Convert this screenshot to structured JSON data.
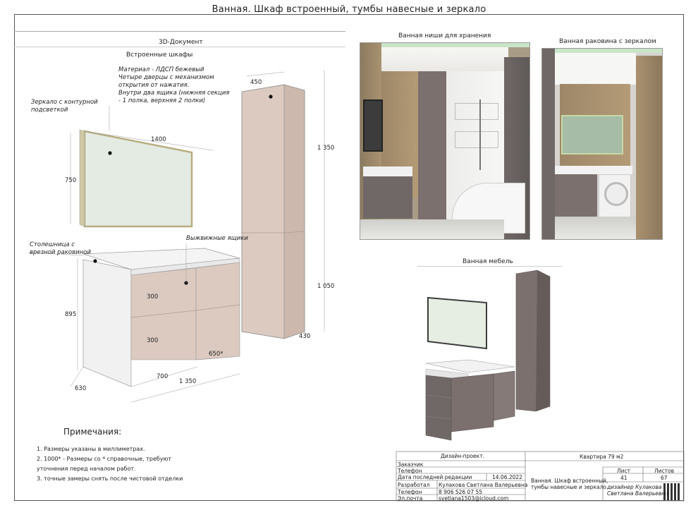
{
  "title": "Ванная. Шкаф встроенный, тумбы навесные и зеркало",
  "sections": {
    "doc3d": "3D-Документ",
    "niches": "Ванная ниши для хранения",
    "sink_mirror": "Ванная раковина с зеркалом",
    "furniture": "Ванная  мебель"
  },
  "annotations": {
    "builtin": "Встроенные шкафы",
    "material": [
      "Материал - ЛДСП бежевый",
      "Четыре дверцы с механизмом",
      "открытия от нажатия.",
      "Внутри два ящика (нижняя секция",
      "- 1 полка, верхняя 2 полки)"
    ],
    "mirror": [
      "Зеркало с контурной",
      "подсветкой"
    ],
    "drawers": "Выжвижные ящики",
    "countertop": [
      "Столешница с",
      "врезной раковиной"
    ]
  },
  "dimensions": {
    "d450": "450",
    "d1350_top": "1 350",
    "d1400": "1400",
    "d750": "750",
    "d1050": "1 050",
    "d430": "430",
    "d895": "895",
    "d300a": "300",
    "d300b": "300",
    "d650": "650*",
    "d700": "700",
    "d1350_bottom": "1 350",
    "d630": "630"
  },
  "notes": {
    "heading": "Примечания:",
    "items": [
      "1. Размеры указаны в миллиметрах.",
      "2. 1000* - Размеры со * справочные, требуют",
      "уточнения перед началом работ.",
      "3. точные замеры снять после чистовой отделки"
    ]
  },
  "titleblock": {
    "project": "Дизайн-проект.",
    "apartment": "Квартира 79 м2",
    "customer": "Заказчик",
    "phone_label": "Телефон",
    "last_edit_label": "Дата последней редакции",
    "last_edit_date": "14.06.2022",
    "developer_label": "Разработал",
    "developer_name": "Кулакова Светлана Валерьевна",
    "dev_phone_label": "Телефон",
    "dev_phone": "8 906 526 07 55",
    "email_label": "Эл.почта",
    "email": "svetlana1503@icloud.com",
    "sheet_title": [
      "Ванная. Шкаф встроенный,",
      "тумбы навесные и зеркало"
    ],
    "sheet_label": "Лист",
    "sheets_label": "Листов",
    "sheet_no": "41",
    "sheets_total": "67",
    "designer": [
      "дизайнер Кулакова",
      "Светлана Валерьевна"
    ]
  },
  "colors": {
    "beige": "#dccac1",
    "mirror": "#e3ebe3",
    "wood": "#9a8467",
    "dark": "#6f6866"
  }
}
